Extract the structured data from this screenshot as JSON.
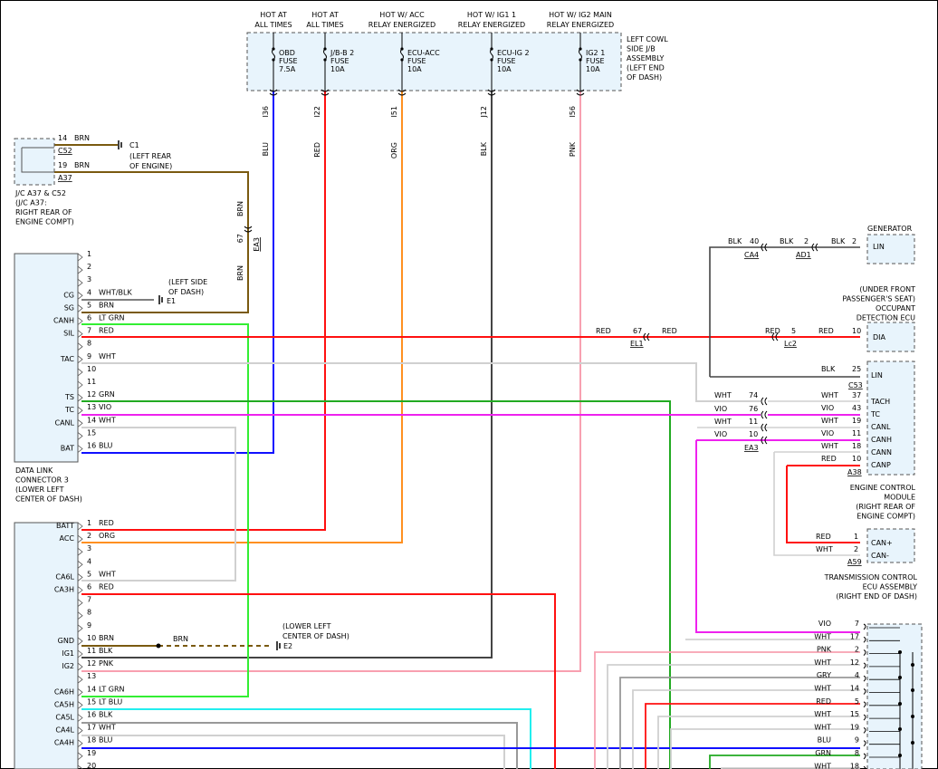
{
  "fuses": [
    {
      "heading1": "HOT AT",
      "heading2": "ALL TIMES",
      "name1": "OBD",
      "name2": "FUSE",
      "rating": "7.5A",
      "pin": "I36",
      "wire": "BLU"
    },
    {
      "heading1": "HOT AT",
      "heading2": "ALL TIMES",
      "name1": "J/B-B 2",
      "name2": "FUSE",
      "rating": "10A",
      "pin": "I22",
      "wire": "RED"
    },
    {
      "heading1": "HOT W/ ACC",
      "heading2": "RELAY ENERGIZED",
      "name1": "ECU-ACC",
      "name2": "FUSE",
      "rating": "10A",
      "pin": "I51",
      "wire": "ORG"
    },
    {
      "heading1": "HOT W/ IG1 1",
      "heading2": "RELAY ENERGIZED",
      "name1": "ECU-IG 2",
      "name2": "FUSE",
      "rating": "10A",
      "pin": "J12",
      "wire": "BLK"
    },
    {
      "heading1": "HOT W/ IG2 MAIN",
      "heading2": "RELAY ENERGIZED",
      "name1": "IG2 1",
      "name2": "FUSE",
      "rating": "10A",
      "pin": "I56",
      "wire": "PNK"
    }
  ],
  "jb_label": [
    "LEFT COWL",
    "SIDE J/B",
    "ASSEMBLY",
    "(LEFT END",
    "OF DASH)"
  ],
  "jc": {
    "row1": {
      "pin": "14",
      "color": "BRN",
      "conn": "C52"
    },
    "row2": {
      "pin": "19",
      "color": "BRN",
      "conn": "A37"
    },
    "ground": "C1",
    "ground_note": [
      "(LEFT REAR",
      "OF ENGINE)"
    ],
    "label": [
      "J/C A37 & C52",
      "(J/C A37:",
      "RIGHT REAR OF",
      "ENGINE COMPT)"
    ],
    "splice": {
      "top": "BRN",
      "pin": "67",
      "conn": "EA3",
      "bottom": "BRN"
    }
  },
  "dlc3": {
    "pins": [
      {
        "n": "1",
        "name": "",
        "color": ""
      },
      {
        "n": "2",
        "name": "",
        "color": ""
      },
      {
        "n": "3",
        "name": "",
        "color": ""
      },
      {
        "n": "4",
        "name": "CG",
        "color": "WHT/BLK"
      },
      {
        "n": "5",
        "name": "SG",
        "color": "BRN"
      },
      {
        "n": "6",
        "name": "CANH",
        "color": "LT GRN"
      },
      {
        "n": "7",
        "name": "SIL",
        "color": "RED"
      },
      {
        "n": "8",
        "name": "",
        "color": ""
      },
      {
        "n": "9",
        "name": "TAC",
        "color": "WHT"
      },
      {
        "n": "10",
        "name": "",
        "color": ""
      },
      {
        "n": "11",
        "name": "",
        "color": ""
      },
      {
        "n": "12",
        "name": "TS",
        "color": "GRN"
      },
      {
        "n": "13",
        "name": "TC",
        "color": "VIO"
      },
      {
        "n": "14",
        "name": "CANL",
        "color": "WHT"
      },
      {
        "n": "15",
        "name": "",
        "color": ""
      },
      {
        "n": "16",
        "name": "BAT",
        "color": "BLU"
      }
    ],
    "ground": "E1",
    "ground_note": [
      "(LEFT SIDE",
      "OF DASH)"
    ],
    "label": [
      "DATA LINK",
      "CONNECTOR 3",
      "(LOWER LEFT",
      "CENTER OF DASH)"
    ]
  },
  "lower": {
    "pins": [
      {
        "n": "1",
        "name": "BATT",
        "color": "RED"
      },
      {
        "n": "2",
        "name": "ACC",
        "color": "ORG"
      },
      {
        "n": "3",
        "name": "",
        "color": ""
      },
      {
        "n": "4",
        "name": "",
        "color": ""
      },
      {
        "n": "5",
        "name": "CA6L",
        "color": "WHT"
      },
      {
        "n": "6",
        "name": "CA3H",
        "color": "RED"
      },
      {
        "n": "7",
        "name": "",
        "color": ""
      },
      {
        "n": "8",
        "name": "",
        "color": ""
      },
      {
        "n": "9",
        "name": "",
        "color": ""
      },
      {
        "n": "10",
        "name": "GND",
        "color": "BRN"
      },
      {
        "n": "11",
        "name": "IG1",
        "color": "BLK"
      },
      {
        "n": "12",
        "name": "IG2",
        "color": "PNK"
      },
      {
        "n": "13",
        "name": "",
        "color": ""
      },
      {
        "n": "14",
        "name": "CA6H",
        "color": "LT GRN"
      },
      {
        "n": "15",
        "name": "CA5H",
        "color": "LT BLU"
      },
      {
        "n": "16",
        "name": "CA5L",
        "color": "BLK"
      },
      {
        "n": "17",
        "name": "CA4L",
        "color": "WHT"
      },
      {
        "n": "18",
        "name": "CA4H",
        "color": "BLU"
      },
      {
        "n": "19",
        "name": "",
        "color": ""
      },
      {
        "n": "20",
        "name": "",
        "color": ""
      }
    ],
    "gnd_wire": "BRN",
    "ground": "E2",
    "ground_note": [
      "(LOWER LEFT",
      "CENTER OF DASH)"
    ]
  },
  "generator": {
    "title": "GENERATOR",
    "pin_name": "LIN",
    "w1": "BLK",
    "p1": "40",
    "c1": "CA4",
    "w2": "BLK",
    "p2": "2",
    "c2": "AD1",
    "w3": "BLK",
    "p3": "2"
  },
  "occupant": {
    "title": [
      "(UNDER FRONT",
      "PASSENGER'S SEAT)",
      "OCCUPANT",
      "DETECTION ECU"
    ],
    "pin_name": "DIA",
    "w1": "RED",
    "p1": "67",
    "c1": "EL1",
    "w2": "RED",
    "w3": "RED",
    "p2": "5",
    "c2": "Lc2",
    "w4": "RED",
    "p3": "10"
  },
  "ecm": {
    "pins": [
      {
        "name": "LIN",
        "n": "25",
        "color": "BLK"
      },
      {
        "name": "TACH",
        "n": "37",
        "color": "WHT"
      },
      {
        "name": "TC",
        "n": "43",
        "color": "VIO"
      },
      {
        "name": "CANL",
        "n": "19",
        "color": "WHT"
      },
      {
        "name": "CANH",
        "n": "11",
        "color": "VIO"
      },
      {
        "name": "CANN",
        "n": "18",
        "color": "WHT"
      },
      {
        "name": "CANP",
        "n": "10",
        "color": "RED"
      }
    ],
    "conn_top": "C53",
    "conn_bottom": "A38",
    "ea3": [
      {
        "color": "WHT",
        "n": "74"
      },
      {
        "color": "VIO",
        "n": "76"
      },
      {
        "color": "WHT",
        "n": "11"
      },
      {
        "color": "VIO",
        "n": "10"
      }
    ],
    "ea3_label": "EA3",
    "label": [
      "ENGINE CONTROL",
      "MODULE",
      "(RIGHT REAR OF",
      "ENGINE COMPT)"
    ]
  },
  "tcm": {
    "pins": [
      {
        "name": "CAN+",
        "n": "1",
        "color": "RED"
      },
      {
        "name": "CAN-",
        "n": "2",
        "color": "WHT"
      }
    ],
    "conn": "A59",
    "label": [
      "TRANSMISSION CONTROL",
      "ECU ASSEMBLY",
      "(RIGHT END OF DASH)"
    ]
  },
  "rightconn": [
    {
      "color": "VIO",
      "n": "7"
    },
    {
      "color": "WHT",
      "n": "17"
    },
    {
      "color": "PNK",
      "n": "2"
    },
    {
      "color": "WHT",
      "n": "12"
    },
    {
      "color": "GRY",
      "n": "4"
    },
    {
      "color": "WHT",
      "n": "14"
    },
    {
      "color": "RED",
      "n": "5"
    },
    {
      "color": "WHT",
      "n": "15"
    },
    {
      "color": "WHT",
      "n": "19"
    },
    {
      "color": "BLU",
      "n": "9"
    },
    {
      "color": "GRN",
      "n": "8"
    },
    {
      "color": "WHT",
      "n": "18"
    }
  ],
  "colors": {
    "BLU": "#1010ff",
    "RED": "#ff1010",
    "ORG": "#ff9020",
    "BLK": "#444444",
    "PNK": "#f8a0b0",
    "BRN": "#7a5a10",
    "LTGRN": "#33ee33",
    "GRN": "#22aa22",
    "VIO": "#ee22ee",
    "WHT": "#d0d0d0",
    "LTBLU": "#22eeee",
    "GRY": "#999999",
    "box": "#e8f4fc"
  }
}
